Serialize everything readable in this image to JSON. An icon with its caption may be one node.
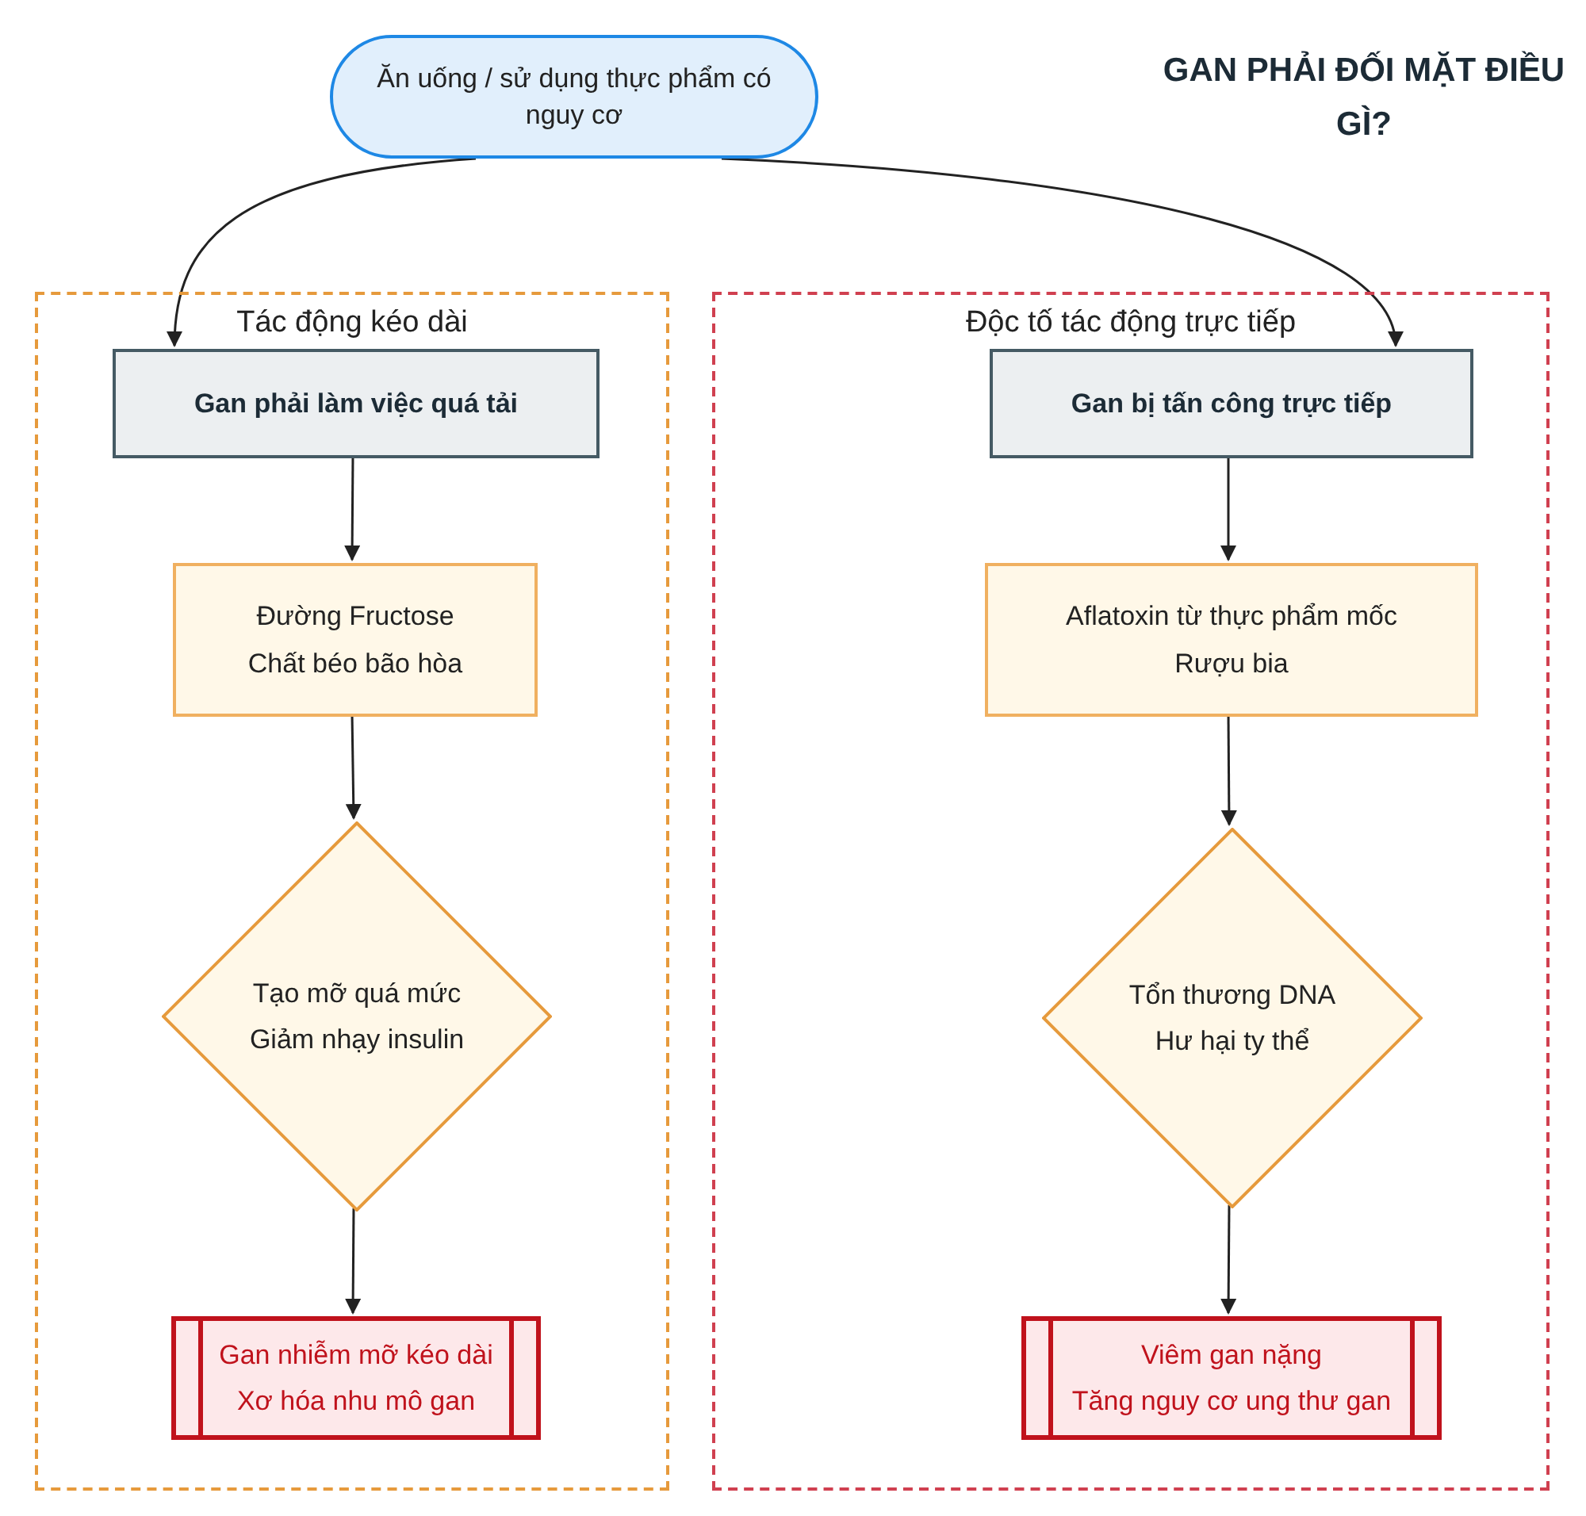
{
  "diagram": {
    "title": "GAN PHẢI ĐỐI MẶT ĐIỀU GÌ?",
    "nodes": [
      {
        "text": [
          "Ăn uống / sử dụng thực phẩm có nguy cơ"
        ]
      },
      {
        "text": [
          "Tác động kéo dài"
        ]
      },
      {
        "text": [
          "Gan phải làm việc quá tải"
        ],
        "in": 1
      },
      {
        "text": [
          "Đường Fructose",
          "Chất béo bão hòa"
        ],
        "in": 1
      },
      {
        "text": [
          "Tạo mỡ quá mức",
          "Giảm nhạy insulin"
        ],
        "in": 1
      },
      {
        "text": [
          "Gan nhiễm mỡ kéo dài",
          "Xơ hóa nhu mô gan"
        ],
        "in": 1
      },
      {
        "text": [
          "Độc tố tác động trực tiếp"
        ]
      },
      {
        "text": [
          "Gan bị tấn công trực tiếp"
        ],
        "in": 6
      },
      {
        "text": [
          "Aflatoxin từ thực phẩm mốc",
          "Rượu bia"
        ],
        "in": 6
      },
      {
        "text": [
          "Tổn thương DNA",
          "Hư hại ty thể"
        ],
        "in": 6
      },
      {
        "text": [
          "Viêm gan nặng",
          "Tăng nguy cơ ung thư gan"
        ],
        "in": 6
      }
    ],
    "edges": [
      {
        "from": 0,
        "to": 2,
        "arrow": "to"
      },
      {
        "from": 0,
        "to": 7,
        "arrow": "to"
      },
      {
        "from": 2,
        "to": 3,
        "arrow": "to"
      },
      {
        "from": 3,
        "to": 4,
        "arrow": "to"
      },
      {
        "from": 4,
        "to": 5,
        "arrow": "to"
      },
      {
        "from": 7,
        "to": 8,
        "arrow": "to"
      },
      {
        "from": 8,
        "to": 9,
        "arrow": "to"
      },
      {
        "from": 9,
        "to": 10,
        "arrow": "to"
      }
    ]
  }
}
